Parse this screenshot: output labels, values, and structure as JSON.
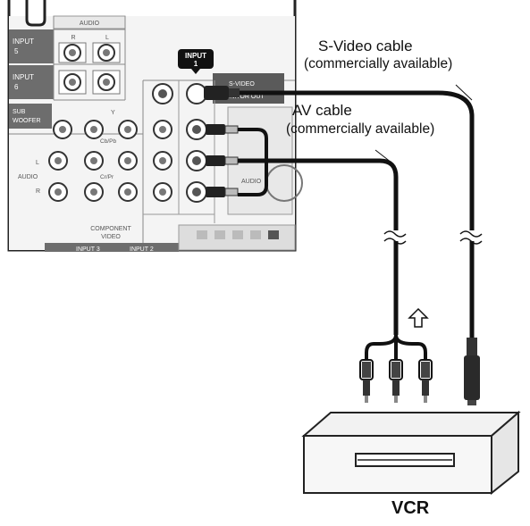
{
  "panel": {
    "audio_header": "AUDIO",
    "audio_r": "R",
    "audio_l": "L",
    "input5": "INPUT\n5",
    "input6": "INPUT\n6",
    "subwoofer": "SUB\nWOOFER",
    "y_label": "Y",
    "cb_pb": "Cb/Pb",
    "cr_pr": "Cr/Pr",
    "audio_side": "AUDIO",
    "l_side": "L",
    "r_side": "R",
    "component_video": "COMPONENT\nVIDEO",
    "input1_tag": "INPUT\n1",
    "svideo_tag": "S-VIDEO",
    "monitor_out": "MONITOR OUT",
    "audio_right": "AUDIO",
    "input3": "INPUT 3",
    "input2": "INPUT 2"
  },
  "svideo_cable": {
    "title": "S-Video cable",
    "subtitle": "(commercially available)"
  },
  "av_cable": {
    "title": "AV cable",
    "subtitle": "(commercially available)"
  },
  "vcr": {
    "label": "VCR"
  },
  "icons": [
    "up-arrow-icon",
    "cable-break-icon"
  ]
}
